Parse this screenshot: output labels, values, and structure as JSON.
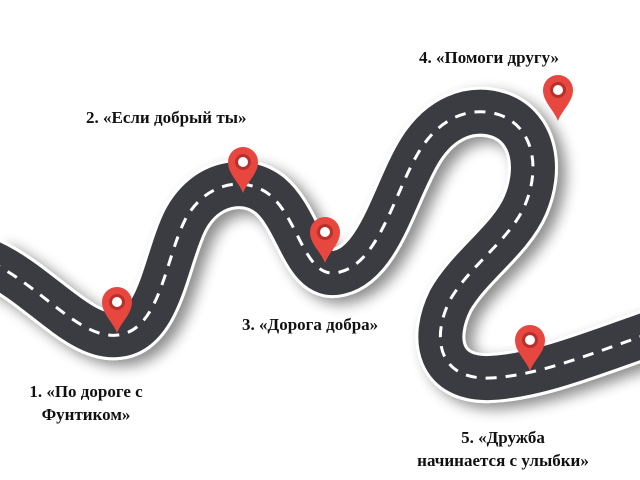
{
  "colors": {
    "road": "#3a3a42",
    "road_edge": "#ffffff",
    "lane_dash": "#ffffff",
    "pin": "#e8473f",
    "pin_inner": "#b9302b",
    "pin_hole": "#ffffff",
    "label_text": "#111111",
    "background": "#ffffff"
  },
  "stages": [
    {
      "number": "1",
      "label_line1": "1. «По дороге с",
      "label_line2": "Фунтиком»",
      "icon": "map-pin-icon"
    },
    {
      "number": "2",
      "label_line1": "2. «Если добрый ты»",
      "icon": "map-pin-icon"
    },
    {
      "number": "3",
      "label_line1": "3. «Дорога добра»",
      "icon": "map-pin-icon"
    },
    {
      "number": "4",
      "label_line1": "4. «Помоги другу»",
      "icon": "map-pin-icon"
    },
    {
      "number": "5",
      "label_line1": "5. «Дружба",
      "label_line2": "начинается с улыбки»",
      "icon": "map-pin-icon"
    }
  ]
}
